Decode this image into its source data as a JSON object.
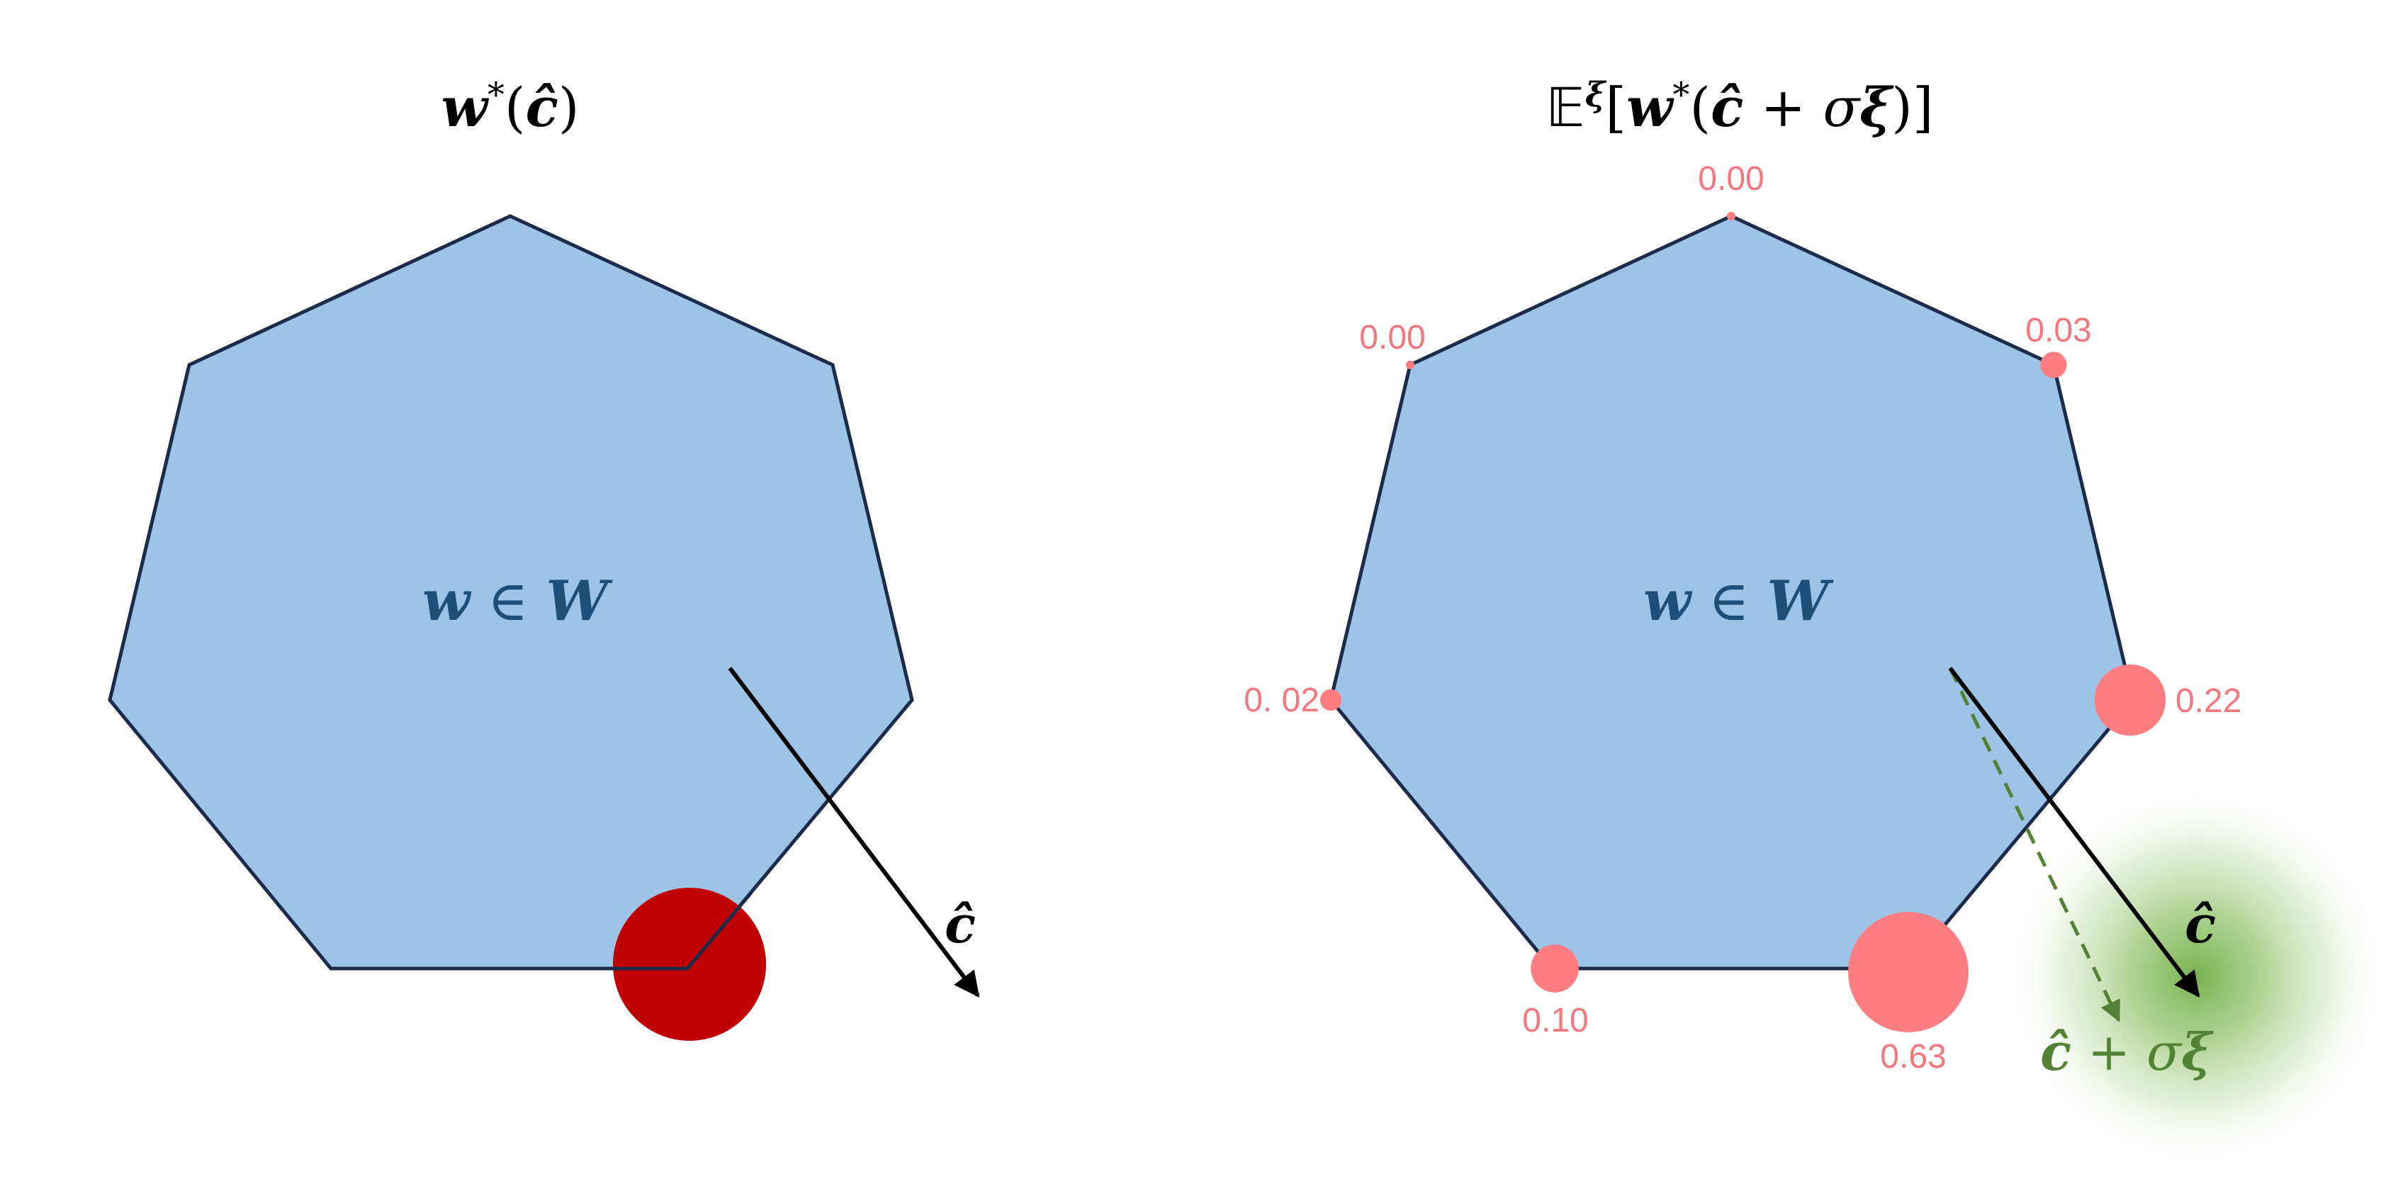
{
  "left_panel": {
    "title": {
      "w": "w",
      "star": "*",
      "open": "(",
      "c": "ĉ",
      "close": ")"
    },
    "region_label": {
      "w": "w",
      "in": " ∈ ",
      "W": "W"
    },
    "direction_label": "ĉ"
  },
  "right_panel": {
    "title": {
      "E": "𝔼",
      "xi_sup": "ξ",
      "lb": "[",
      "w": "w",
      "star": "*",
      "open": "(",
      "c": "ĉ",
      "plus": " + ",
      "sigma": "σ",
      "xi": "ξ",
      "close": ")]"
    },
    "region_label": {
      "w": "w",
      "in": " ∈ ",
      "W": "W"
    },
    "direction_label": "ĉ",
    "perturbed_label": {
      "c": "ĉ",
      "plus": " + ",
      "sigma": "σ",
      "xi": "ξ"
    },
    "vertex_probabilities": [
      {
        "label": "0.00",
        "value": 0.0
      },
      {
        "label": "0.03",
        "value": 0.03
      },
      {
        "label": "0.22",
        "value": 0.22
      },
      {
        "label": "0.63",
        "value": 0.63
      },
      {
        "label": "0.10",
        "value": 0.1
      },
      {
        "label": "0. 02",
        "value": 0.02
      },
      {
        "label": "0.00",
        "value": 0.0
      }
    ]
  },
  "colors": {
    "polygon_fill": "#9dc3e6",
    "polygon_stroke": "#1c2b4a",
    "region_label": "#1f4e79",
    "optimal_vertex": "#c00000",
    "probability_marker": "#ff7c80",
    "probability_text": "#f4777f",
    "perturbation": "#548235",
    "arrow": "#000000"
  },
  "icons": {
    "arrow": "arrow-right-down",
    "perturbation_cloud": "gaussian-blob"
  }
}
